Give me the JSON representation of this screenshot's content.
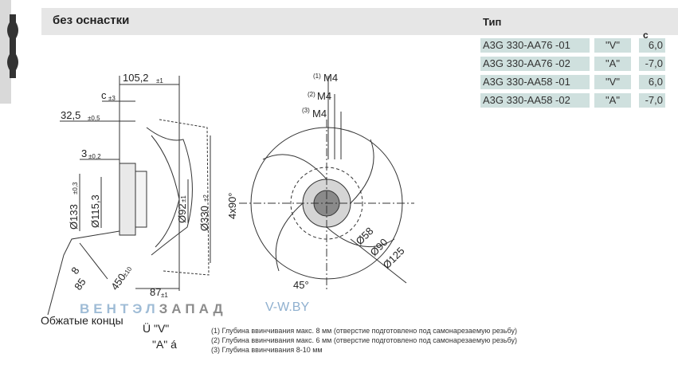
{
  "header": {
    "title": "без оснастки",
    "type_label": "Тип",
    "col_c": "c"
  },
  "types": [
    {
      "model": "A3G 330-AA76  -01",
      "rotation": "\"V\"",
      "c": "6,0"
    },
    {
      "model": "A3G 330-AA76  -02",
      "rotation": "\"A\"",
      "c": "-7,0"
    },
    {
      "model": "A3G 330-AA58  -01",
      "rotation": "\"V\"",
      "c": "6,0"
    },
    {
      "model": "A3G 330-AA58  -02",
      "rotation": "\"A\"",
      "c": "-7,0"
    }
  ],
  "dims": {
    "d105": "105,2",
    "d105_tol": "±1",
    "dc": "c",
    "dc_tol": "±3",
    "d32": "32,5",
    "d32_tol": "±0,5",
    "d3": "3",
    "d3_tol": "±0,2",
    "d133": "Ø133",
    "d133_tol": "±0,3",
    "d115": "Ø115,3",
    "d92": "Ø92",
    "d92_tol": "±1",
    "d330": "Ø330",
    "d330_tol": "±2",
    "d87": "87",
    "d87_tol": "±1",
    "d8": "8",
    "d85": "85",
    "d450": "450",
    "d450_tol": "±10",
    "m1_sup": "(1)",
    "m1": "M4",
    "m2_sup": "(2)",
    "m2": "M4",
    "m3_sup": "(3)",
    "m3": "M4",
    "holes": "4x90°",
    "angle": "45°",
    "d58": "Ø58",
    "d90": "Ø90",
    "d125": "Ø125"
  },
  "brand": {
    "part1": "ВЕНТЭЛ",
    "part2": "ЗАПАД",
    "site": "V-W.BY"
  },
  "labels": {
    "crimped_ends": "Обжатые концы",
    "rot_v": "Ü \"V\"",
    "rot_a": "\"A\" á"
  },
  "notes": [
    "(1) Глубина ввинчивания макс. 8 мм (отверстие подготовлено под самонарезаемую резьбу)",
    "(2) Глубина ввинчивания макс. 6 мм (отверстие подготовлено под самонарезаемую резьбу)",
    "(3) Глубина ввинчивания 8-10 мм"
  ]
}
